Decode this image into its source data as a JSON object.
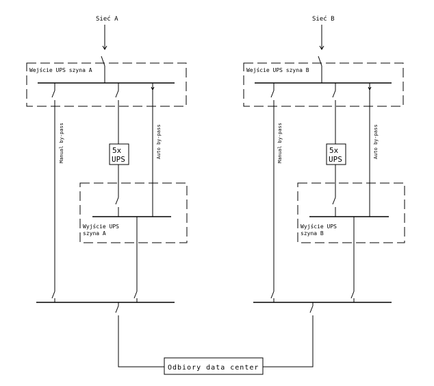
{
  "sides": [
    {
      "source_label": "Sieć A",
      "input_bus_label": "Wejście UPS szyna A",
      "manual_bypass_label": "Manual by-pass",
      "auto_bypass_label": "Auto by-pass",
      "ups_line1": "5x",
      "ups_line2": "UPS",
      "output_bus_line1": "Wyjście UPS",
      "output_bus_line2": "szyna A"
    },
    {
      "source_label": "Sieć B",
      "input_bus_label": "Wejście UPS szyna B",
      "manual_bypass_label": "Manual by-pass",
      "auto_bypass_label": "Auto by-pass",
      "ups_line1": "5x",
      "ups_line2": "UPS",
      "output_bus_line1": "Wyjście UPS",
      "output_bus_line2": "szyna B"
    }
  ],
  "load_label": "Odbiory data center"
}
